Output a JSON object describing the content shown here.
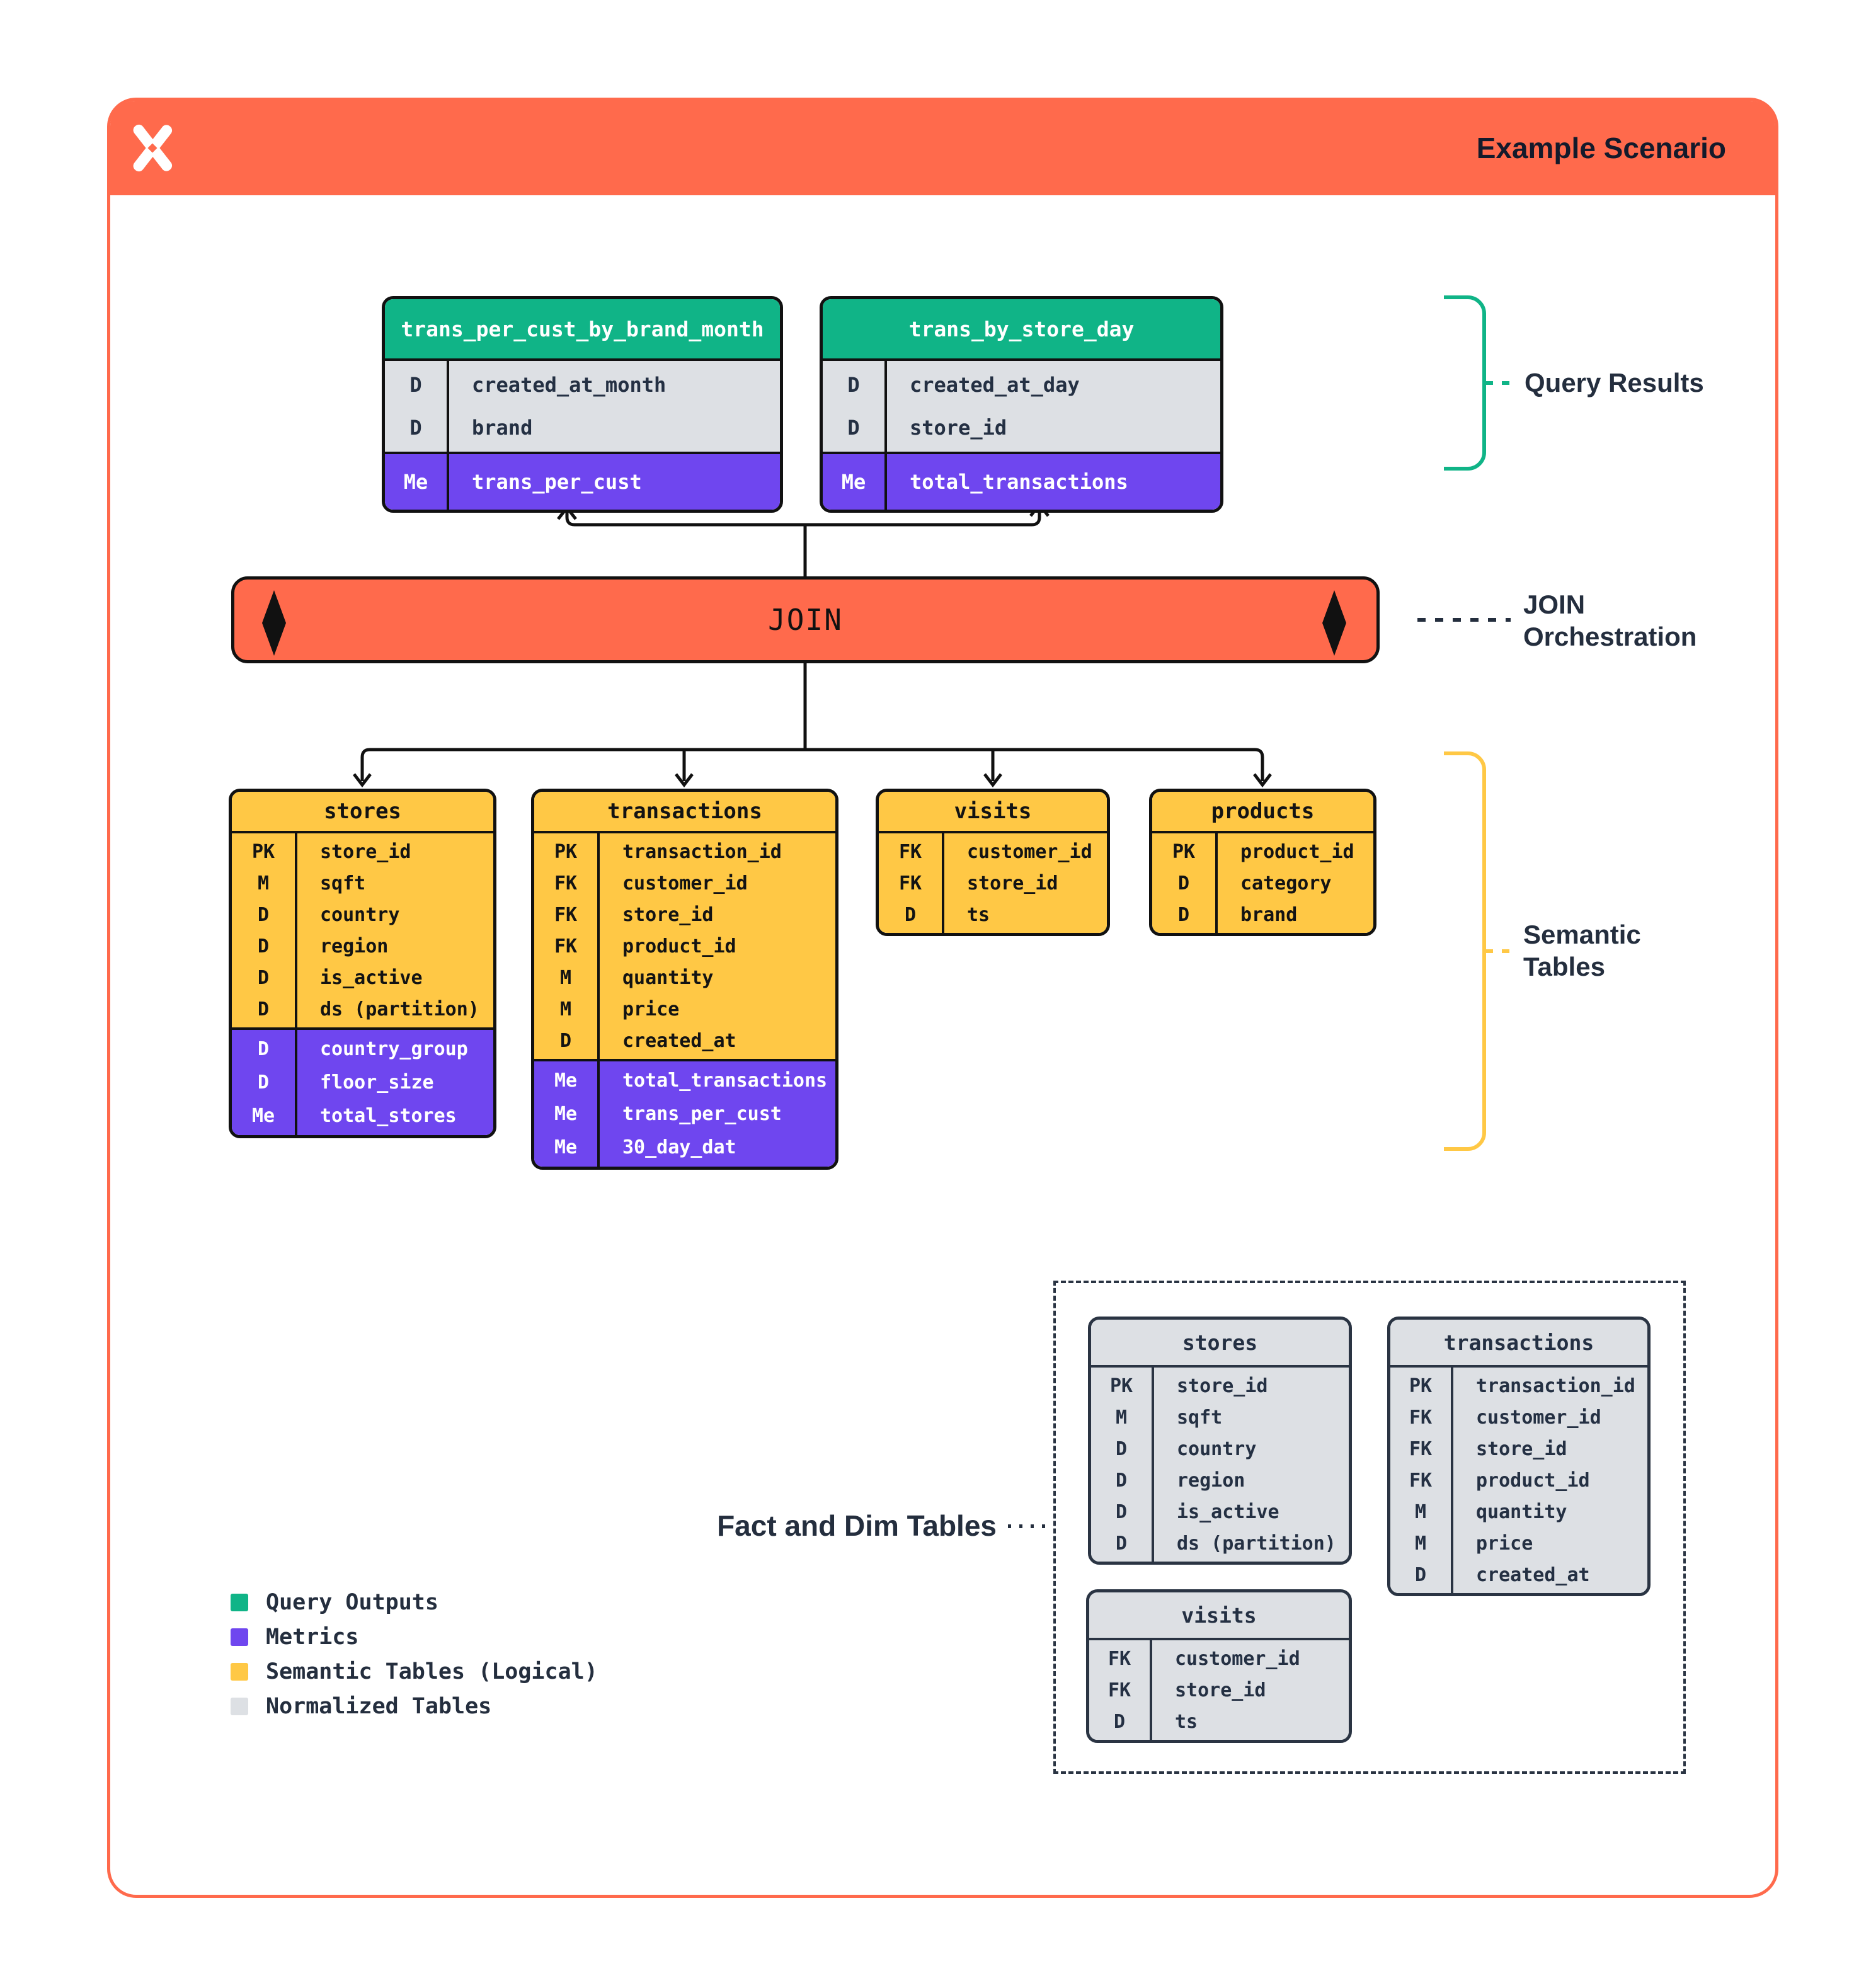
{
  "header": {
    "title": "Example Scenario"
  },
  "join": {
    "label": "JOIN"
  },
  "annotations": {
    "query_results": "Query Results",
    "join_orchestration": "JOIN Orchestration",
    "semantic_tables": "Semantic Tables",
    "fact_dim": "Fact and Dim Tables"
  },
  "query_results": {
    "tables": [
      {
        "title": "trans_per_cust_by_brand_month",
        "sections": [
          {
            "style": "gray",
            "rows": [
              [
                "D",
                "created_at_month"
              ],
              [
                "D",
                "brand"
              ]
            ]
          },
          {
            "style": "purple",
            "rows": [
              [
                "Me",
                "trans_per_cust"
              ]
            ]
          }
        ]
      },
      {
        "title": "trans_by_store_day",
        "sections": [
          {
            "style": "gray",
            "rows": [
              [
                "D",
                "created_at_day"
              ],
              [
                "D",
                "store_id"
              ]
            ]
          },
          {
            "style": "purple",
            "rows": [
              [
                "Me",
                "total_transactions"
              ]
            ]
          }
        ]
      }
    ]
  },
  "semantic_tables": {
    "tables": [
      {
        "title": "stores",
        "sections": [
          {
            "style": "yellow",
            "rows": [
              [
                "PK",
                "store_id"
              ],
              [
                "M",
                "sqft"
              ],
              [
                "D",
                "country"
              ],
              [
                "D",
                "region"
              ],
              [
                "D",
                "is_active"
              ],
              [
                "D",
                "ds (partition)"
              ]
            ]
          },
          {
            "style": "purple",
            "rows": [
              [
                "D",
                "country_group"
              ],
              [
                "D",
                "floor_size"
              ],
              [
                "Me",
                "total_stores"
              ]
            ]
          }
        ]
      },
      {
        "title": "transactions",
        "sections": [
          {
            "style": "yellow",
            "rows": [
              [
                "PK",
                "transaction_id"
              ],
              [
                "FK",
                "customer_id"
              ],
              [
                "FK",
                "store_id"
              ],
              [
                "FK",
                "product_id"
              ],
              [
                "M",
                "quantity"
              ],
              [
                "M",
                "price"
              ],
              [
                "D",
                "created_at"
              ]
            ]
          },
          {
            "style": "purple",
            "rows": [
              [
                "Me",
                "total_transactions"
              ],
              [
                "Me",
                "trans_per_cust"
              ],
              [
                "Me",
                "30_day_dat"
              ]
            ]
          }
        ]
      },
      {
        "title": "visits",
        "sections": [
          {
            "style": "yellow",
            "rows": [
              [
                "FK",
                "customer_id"
              ],
              [
                "FK",
                "store_id"
              ],
              [
                "D",
                "ts"
              ]
            ]
          }
        ]
      },
      {
        "title": "products",
        "sections": [
          {
            "style": "yellow",
            "rows": [
              [
                "PK",
                "product_id"
              ],
              [
                "D",
                "category"
              ],
              [
                "D",
                "brand"
              ]
            ]
          }
        ]
      }
    ]
  },
  "normalized_tables": {
    "tables": [
      {
        "title": "stores",
        "sections": [
          {
            "style": "gray",
            "rows": [
              [
                "PK",
                "store_id"
              ],
              [
                "M",
                "sqft"
              ],
              [
                "D",
                "country"
              ],
              [
                "D",
                "region"
              ],
              [
                "D",
                "is_active"
              ],
              [
                "D",
                "ds (partition)"
              ]
            ]
          }
        ]
      },
      {
        "title": "transactions",
        "sections": [
          {
            "style": "gray",
            "rows": [
              [
                "PK",
                "transaction_id"
              ],
              [
                "FK",
                "customer_id"
              ],
              [
                "FK",
                "store_id"
              ],
              [
                "FK",
                "product_id"
              ],
              [
                "M",
                "quantity"
              ],
              [
                "M",
                "price"
              ],
              [
                "D",
                "created_at"
              ]
            ]
          }
        ]
      },
      {
        "title": "visits",
        "sections": [
          {
            "style": "gray",
            "rows": [
              [
                "FK",
                "customer_id"
              ],
              [
                "FK",
                "store_id"
              ],
              [
                "D",
                "ts"
              ]
            ]
          }
        ]
      }
    ]
  },
  "legend": {
    "items": [
      {
        "color": "#10B487",
        "label": "Query Outputs"
      },
      {
        "color": "#6F46EF",
        "label": "Metrics"
      },
      {
        "color": "#FFC845",
        "label": "Semantic Tables (Logical)"
      },
      {
        "color": "#DDE0E4",
        "label": "Normalized Tables"
      }
    ]
  },
  "colors": {
    "accent_orange": "#FF6A4C",
    "query_green": "#10B487",
    "metric_purple": "#6F46EF",
    "semantic_yellow": "#FFC845",
    "normalized_gray": "#DDE0E4",
    "ink": "#242E3E"
  }
}
